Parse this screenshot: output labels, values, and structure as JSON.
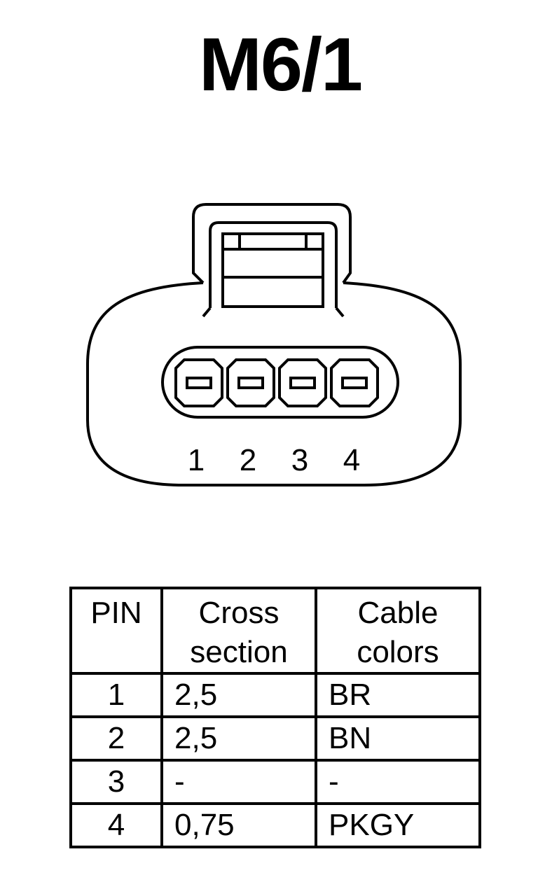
{
  "title": "M6/1",
  "connector": {
    "pin_labels": [
      "1",
      "2",
      "3",
      "4"
    ]
  },
  "table": {
    "headers": {
      "pin": "PIN",
      "cross_line1": "Cross",
      "cross_line2": "section",
      "color_line1": "Cable",
      "color_line2": "colors"
    },
    "rows": [
      {
        "pin": "1",
        "cross": "2,5",
        "color": "BR"
      },
      {
        "pin": "2",
        "cross": "2,5",
        "color": "BN"
      },
      {
        "pin": "3",
        "cross": "-",
        "color": "-"
      },
      {
        "pin": "4",
        "cross": "0,75",
        "color": "PKGY"
      }
    ]
  }
}
